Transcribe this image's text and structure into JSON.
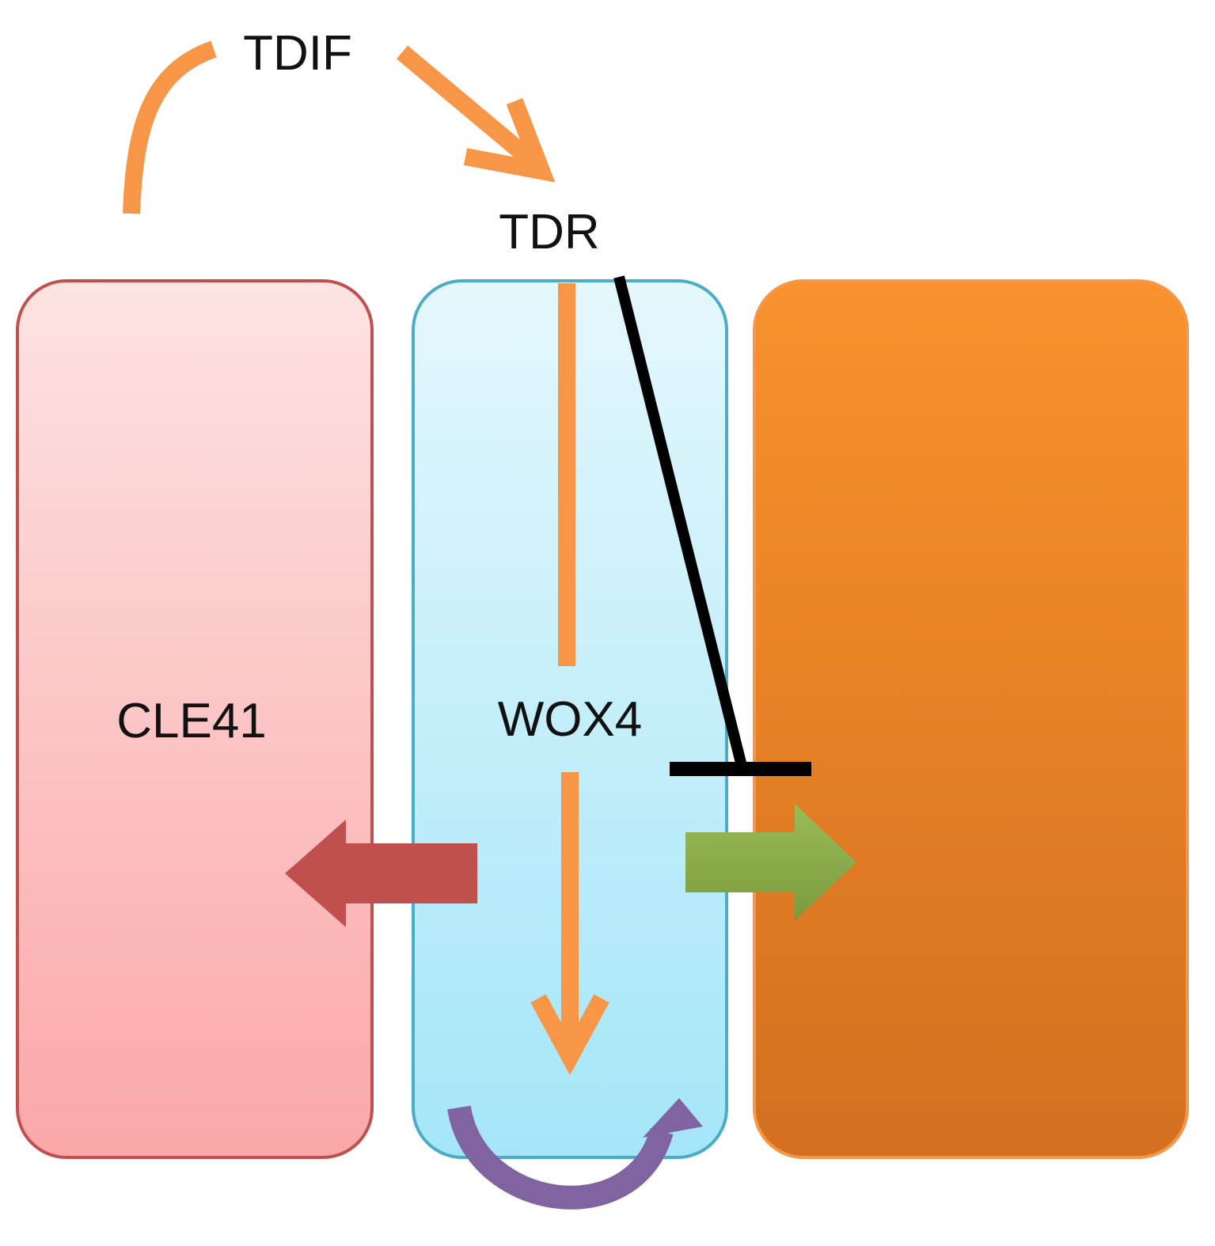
{
  "labels": {
    "tdif": "TDIF",
    "tdr": "TDR",
    "cle41": "CLE41",
    "wox4": "WOX4"
  },
  "colors": {
    "left_box_fill_top": "#FDE3E3",
    "left_box_fill_bottom": "#FBA7A8",
    "left_box_border": "#C0504D",
    "middle_box_fill_top": "#E4F7FC",
    "middle_box_fill_bottom": "#A4E6F8",
    "middle_box_border": "#4BACC6",
    "right_box_fill_top": "#F8922C",
    "right_box_fill_bottom": "#D36F1F",
    "right_box_border": "#F79646",
    "promote_arrow": "#F79646",
    "inhibit_line": "#000000",
    "red_arrow": "#C0504D",
    "green_arrow_top": "#9BBB59",
    "green_arrow_bottom": "#7C9A3C",
    "purple_arrow": "#8064A2"
  },
  "icons": {
    "curve_cle41_to_tdif": "curved-orange-line",
    "arrow_tdif_to_tdr": "orange-arrow",
    "line_tdr_down": "orange-line",
    "inhibition_tdr_right": "black-t-bar",
    "arrow_wox4_down": "orange-arrow-down",
    "arrow_to_left_cell": "red-block-arrow-left",
    "arrow_to_right_cell": "green-block-arrow-right",
    "self_renewal": "purple-curved-arrow"
  }
}
